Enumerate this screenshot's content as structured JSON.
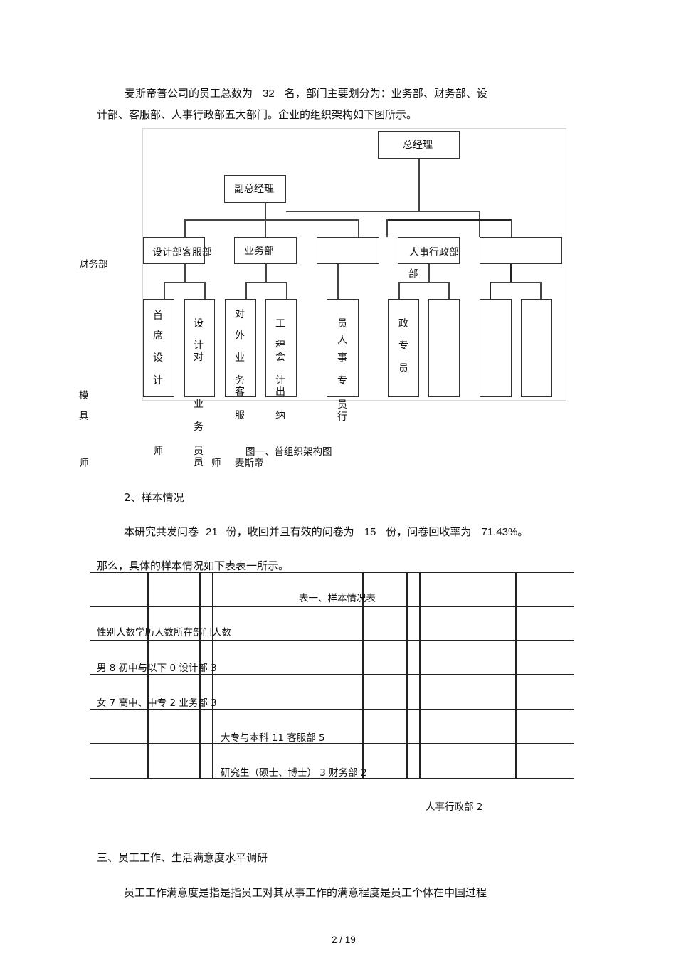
{
  "intro": {
    "line1_a": "麦斯帝普公司的员工总数为",
    "employee_total": "32",
    "line1_b": "名，部门主要划分为：业务部、财务部、设",
    "line2": "计部、客服部、人事行政部五大部门。企业的组织架构如下图所示。"
  },
  "org_chart": {
    "top": "总经理",
    "deputy": "副总经理",
    "departments": [
      "设计部客服部",
      "业务部",
      "",
      "人事行政部",
      ""
    ],
    "dept_overflow_label": "部",
    "side_label": "财务部",
    "staff_boxes": [
      {
        "inside": [
          "首",
          "席",
          "设",
          "计"
        ],
        "outside": [
          "师"
        ]
      },
      {
        "inside": [
          "设",
          "计对"
        ],
        "outside": [
          "业",
          "务",
          "员",
          "员"
        ]
      },
      {
        "inside": [
          "对",
          "外",
          "业",
          "务客"
        ],
        "outside": [
          "服"
        ]
      },
      {
        "inside": [
          "工",
          "程会",
          "计出"
        ],
        "outside": [
          "纳"
        ]
      },
      {
        "inside": [
          "员",
          "人",
          "事",
          "专"
        ],
        "outside": [
          "员",
          "行"
        ]
      },
      {
        "inside": [
          "政",
          "专",
          "员"
        ],
        "outside": []
      },
      {
        "inside": [],
        "outside": []
      },
      {
        "inside": [],
        "outside": []
      },
      {
        "inside": [],
        "outside": []
      }
    ],
    "left_column": [
      "模",
      "具",
      "师"
    ],
    "caption": "图一、普组织架构图",
    "caption_line2": "麦斯帝",
    "stray_shi": "师"
  },
  "section2": {
    "heading": "2、样本情况",
    "para_a": "本研究共发问卷",
    "issued": "21",
    "para_b": "份，收回并且有效的问卷为",
    "valid": "15",
    "para_c": "份，问卷回收率为",
    "rate": "71.43%。",
    "line2": "那么，具体的样本情况如下表表一所示。"
  },
  "table": {
    "title": "表一、样本情况表",
    "header": "性别人数学历人数所在部门人数",
    "rows": [
      "男 8 初中与以下   0 设计部  3",
      "女 7 高中、中专   2 业务部  3",
      "大专与本科   11 客服部  5",
      "研究生（硕士、博士）    3 财务部  2"
    ],
    "overflow_row": "人事行政部   2"
  },
  "section3": {
    "heading": "三、员工工作、生活满意度水平调研",
    "para": "员工工作满意度是指是指员工对其从事工作的满意程度是员工个体在中国过程"
  },
  "footer": {
    "page": "2  /  19"
  }
}
